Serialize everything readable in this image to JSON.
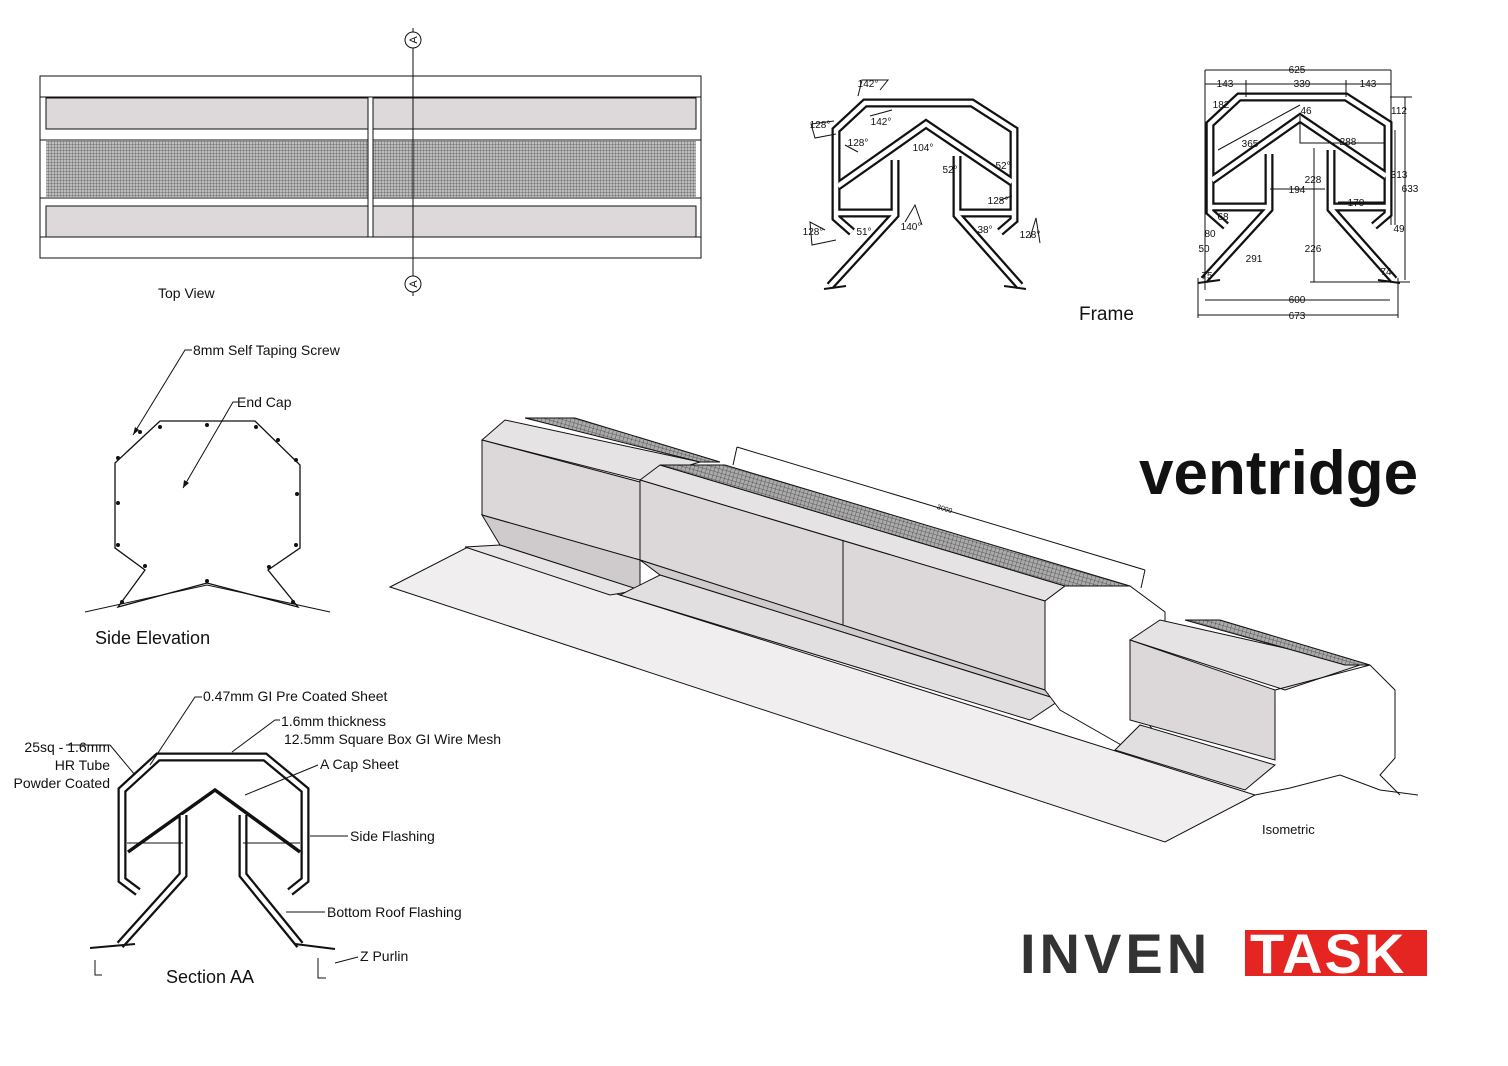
{
  "top_view": {
    "title": "Top View",
    "section_marker": "A"
  },
  "frame": {
    "title": "Frame",
    "angles": [
      "142°",
      "128°",
      "142°",
      "128°",
      "104°",
      "52°",
      "52°",
      "128°",
      "128°",
      "51°",
      "140°",
      "38°",
      "128°"
    ],
    "dimensions": [
      "625",
      "143",
      "339",
      "143",
      "182",
      "46",
      "112",
      "365",
      "288",
      "228",
      "194",
      "313",
      "633",
      "170",
      "68",
      "80",
      "49",
      "50",
      "291",
      "226",
      "75",
      "74",
      "600",
      "673"
    ]
  },
  "side_elevation": {
    "title": "Side Elevation",
    "callouts": [
      "8mm Self Taping Screw",
      "End Cap"
    ]
  },
  "section_aa": {
    "title": "Section AA",
    "callouts": {
      "sheet": "0.47mm GI Pre Coated Sheet",
      "mesh_line1": "1.6mm thickness",
      "mesh_line2": "12.5mm Square Box GI Wire Mesh",
      "cap": "A Cap Sheet",
      "side_flashing": "Side Flashing",
      "bottom_flashing": "Bottom Roof Flashing",
      "purlin": "Z Purlin",
      "tube_line1": "25sq - 1.6mm",
      "tube_line2": "HR Tube",
      "tube_line3": "Powder Coated"
    }
  },
  "isometric": {
    "title": "Isometric",
    "length_dim": "3000"
  },
  "product_name": "ventridge",
  "logo": {
    "part1": "INVEN",
    "part2": "TASK",
    "color_dark": "#333333",
    "color_red": "#e52521"
  }
}
